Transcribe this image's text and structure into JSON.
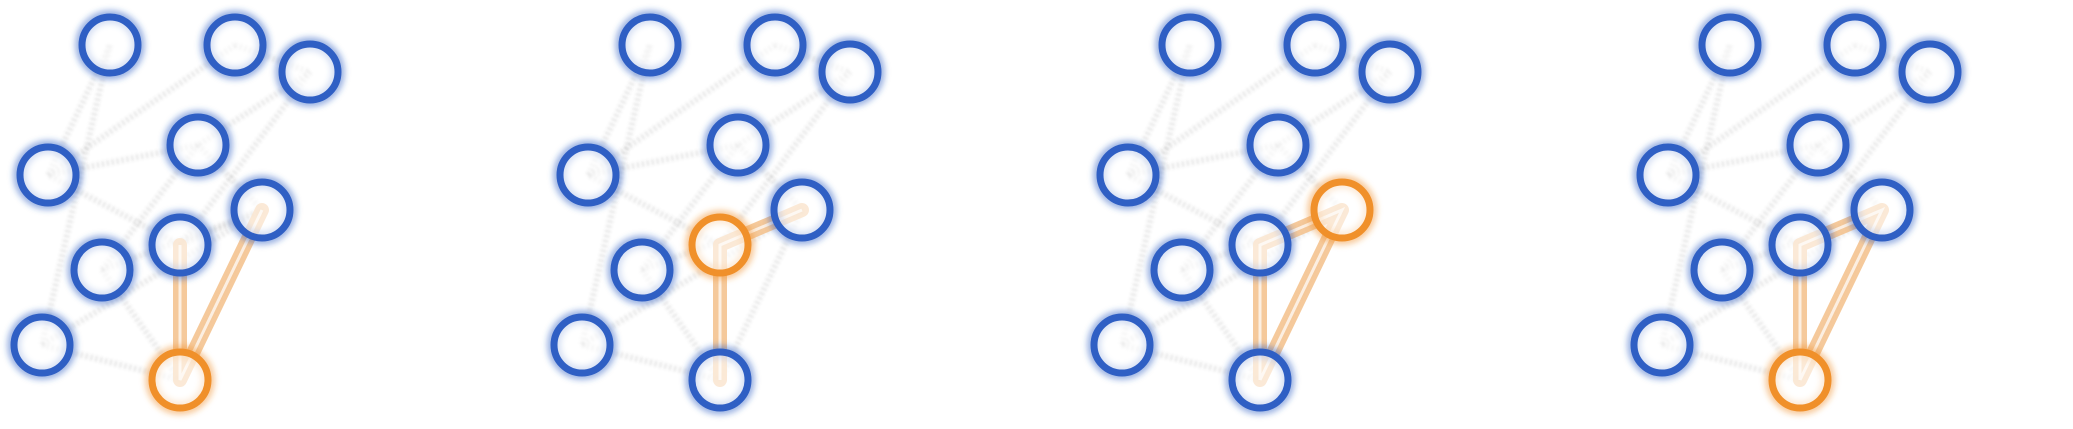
{
  "colors": {
    "node_default": "#2f5fc4",
    "node_highlight": "#f0902a",
    "edge_default": "#5a5a5a",
    "edge_highlight": "#f3c08a"
  },
  "graph": {
    "nodes": [
      "n1",
      "n2",
      "n3",
      "n4",
      "n5",
      "n6",
      "n7",
      "n8",
      "n9",
      "n10"
    ],
    "edges": [
      [
        "n1",
        "n2"
      ],
      [
        "n2",
        "n3"
      ],
      [
        "n3",
        "n5"
      ],
      [
        "n5",
        "n8"
      ],
      [
        "n8",
        "n6"
      ],
      [
        "n6",
        "n9"
      ],
      [
        "n9",
        "n10"
      ],
      [
        "n10",
        "n7"
      ],
      [
        "n7",
        "n4"
      ],
      [
        "n4",
        "n1"
      ],
      [
        "n4",
        "n5"
      ],
      [
        "n5",
        "n6"
      ],
      [
        "n6",
        "n7"
      ],
      [
        "n7",
        "n3"
      ],
      [
        "n2",
        "n4"
      ],
      [
        "n1",
        "n9"
      ],
      [
        "n8",
        "n10"
      ],
      [
        "n10",
        "n6"
      ]
    ]
  },
  "panels": [
    {
      "highlight_node": "n10",
      "highlight_path": [
        "n7",
        "n10",
        "n6"
      ]
    },
    {
      "highlight_node": "n7",
      "highlight_path": [
        "n10",
        "n7",
        "n6"
      ]
    },
    {
      "highlight_node": "n6",
      "highlight_path": [
        "n10",
        "n7",
        "n6",
        "n10"
      ]
    },
    {
      "highlight_node": "n10",
      "highlight_path": [
        "n10",
        "n7",
        "n6",
        "n10"
      ]
    }
  ]
}
